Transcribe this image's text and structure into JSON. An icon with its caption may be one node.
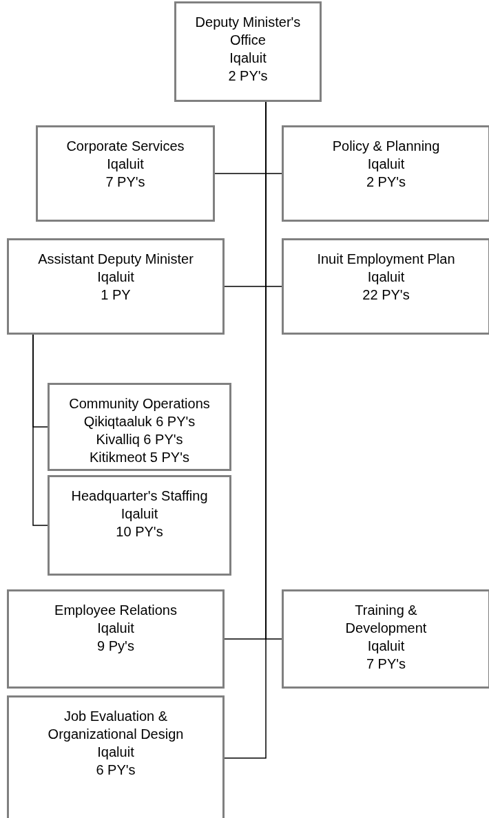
{
  "diagram": {
    "nodes": [
      {
        "text": [
          "Deputy Minister's Office",
          "Iqaluit",
          "2 PY's"
        ]
      },
      {
        "text": [
          "Corporate Services",
          "Iqaluit",
          "7 PY's"
        ]
      },
      {
        "text": [
          "Policy & Planning",
          "Iqaluit",
          "2 PY's"
        ]
      },
      {
        "text": [
          "Assistant Deputy Minister",
          "Iqaluit",
          "1 PY"
        ]
      },
      {
        "text": [
          "Inuit Employment Plan",
          "Iqaluit",
          "22 PY's"
        ]
      },
      {
        "text": [
          "Community Operations",
          "Qikiqtaaluk 6 PY's",
          "Kivalliq 6 PY's",
          "Kitikmeot 5 PY's"
        ]
      },
      {
        "text": [
          "Headquarter's Staffing",
          "Iqaluit",
          "10 PY's"
        ]
      },
      {
        "text": [
          "Employee Relations",
          "Iqaluit",
          "9 Py's"
        ]
      },
      {
        "text": [
          "Training & Development",
          "Iqaluit",
          "7 PY's"
        ]
      },
      {
        "text": [
          "Job Evaluation & Organizational Design",
          "Iqaluit",
          "6 PY's"
        ]
      }
    ],
    "edges": [
      {
        "from": 0,
        "to": 1,
        "arrow": "none"
      },
      {
        "from": 0,
        "to": 2,
        "arrow": "none"
      },
      {
        "from": 0,
        "to": 3,
        "arrow": "none"
      },
      {
        "from": 0,
        "to": 4,
        "arrow": "none"
      },
      {
        "from": 3,
        "to": 5,
        "arrow": "none"
      },
      {
        "from": 3,
        "to": 6,
        "arrow": "none"
      },
      {
        "from": 0,
        "to": 7,
        "arrow": "none"
      },
      {
        "from": 0,
        "to": 8,
        "arrow": "none"
      },
      {
        "from": 0,
        "to": 9,
        "arrow": "none"
      }
    ]
  }
}
